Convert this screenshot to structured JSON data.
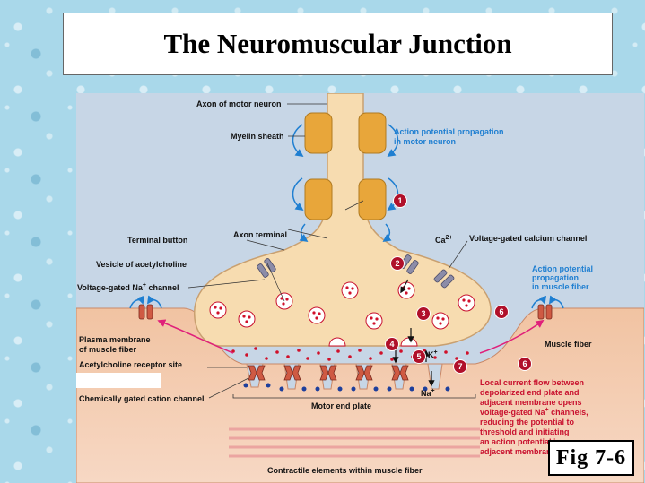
{
  "title": "The Neuromuscular Junction",
  "fig_tag": "Fig 7-6",
  "labels": {
    "axon_of_motor_neuron": "Axon of motor neuron",
    "myelin_sheath": "Myelin sheath",
    "ap_motor_1": "Action potential propagation",
    "ap_motor_2": "in motor neuron",
    "axon_terminal": "Axon terminal",
    "terminal_button": "Terminal button",
    "vesicle_ach": "Vesicle of acetylcholine",
    "vg_na": "Voltage-gated Na",
    "vg_na_sup": "+",
    "vg_na_rest": " channel",
    "plasma_membrane_1": "Plasma membrane",
    "plasma_membrane_2": "of muscle fiber",
    "ach_receptor_site": "Acetylcholine receptor site",
    "chem_gated": "Chemically gated cation channel",
    "motor_end_plate": "Motor end plate",
    "contractile": "Contractile elements within muscle fiber",
    "ca": "Ca",
    "ca_sup": "2+",
    "vg_ca": "Voltage-gated calcium channel",
    "ap_muscle_1": "Action potential",
    "ap_muscle_2": "propagation",
    "ap_muscle_3": "in muscle fiber",
    "muscle_fiber": "Muscle fiber",
    "k": "K",
    "k_sup": "+",
    "na": "Na",
    "na_sup": "+",
    "local_1": "Local current flow between",
    "local_2": "depolarized end plate and",
    "local_3": "adjacent membrane opens",
    "local_4": "voltage-gated Na",
    "local_4_sup": "+",
    "local_4_rest": " channels,",
    "local_5": "reducing the potential to",
    "local_6": "threshold and initiating",
    "local_7": "an action potential in",
    "local_8": "adjacent membrane"
  },
  "steps": [
    "1",
    "2",
    "3",
    "4",
    "5",
    "6",
    "6",
    "7"
  ],
  "colors": {
    "neuron": "#f7dcb0",
    "neuron_edge": "#c9a070",
    "myelin": "#e8a63a",
    "muscle": "#f4c9ab",
    "background": "#c7d6e6",
    "ach": "#d0102a",
    "step_badge": "#b0102a",
    "blue_text": "#1f7fd1",
    "receptor": "#cf5a43",
    "channel": "#8c8ca8"
  }
}
